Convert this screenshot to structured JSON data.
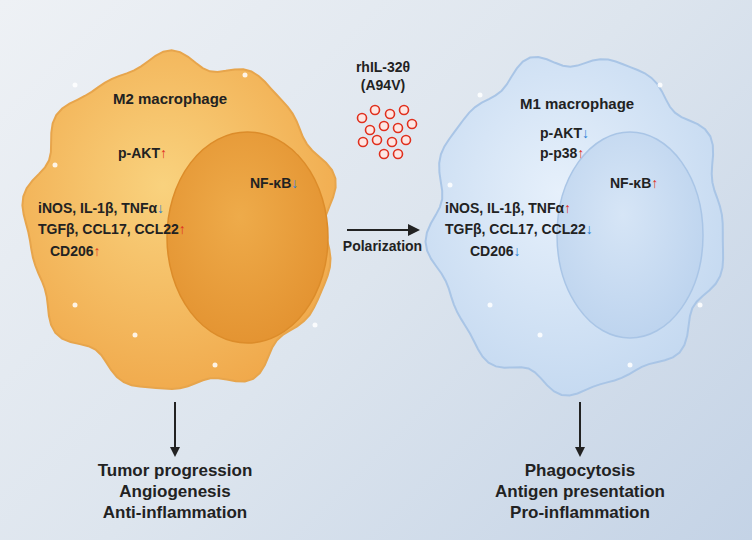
{
  "diagram": {
    "nodes": [
      {
        "text": [
          "M2 macrophage",
          "p-AKT↑",
          "iNOS, IL-1β, TNFα↓",
          "TGFβ, CCL17, CCL22↑",
          "CD206↑"
        ]
      },
      {
        "text": [
          "NF-κB↓"
        ],
        "in": 0
      },
      {
        "text": [
          "M1 macrophage",
          "p-AKT↓",
          "p-p38↑",
          "iNOS, IL-1β, TNFα↑",
          "TGFβ, CCL17, CCL22↓",
          "CD206↓"
        ]
      },
      {
        "text": [
          "NF-κB↑"
        ],
        "in": 2
      }
    ],
    "edges": [
      {
        "from": 0,
        "to": 2,
        "arrow": "to",
        "label": "Polarization"
      }
    ],
    "labels": [
      "rhIL-32θ (A94V)",
      "Tumor progression",
      "Angiogenesis",
      "Anti-inflammation",
      "Phagocytosis",
      "Antigen presentation",
      "Pro-inflammation"
    ]
  }
}
